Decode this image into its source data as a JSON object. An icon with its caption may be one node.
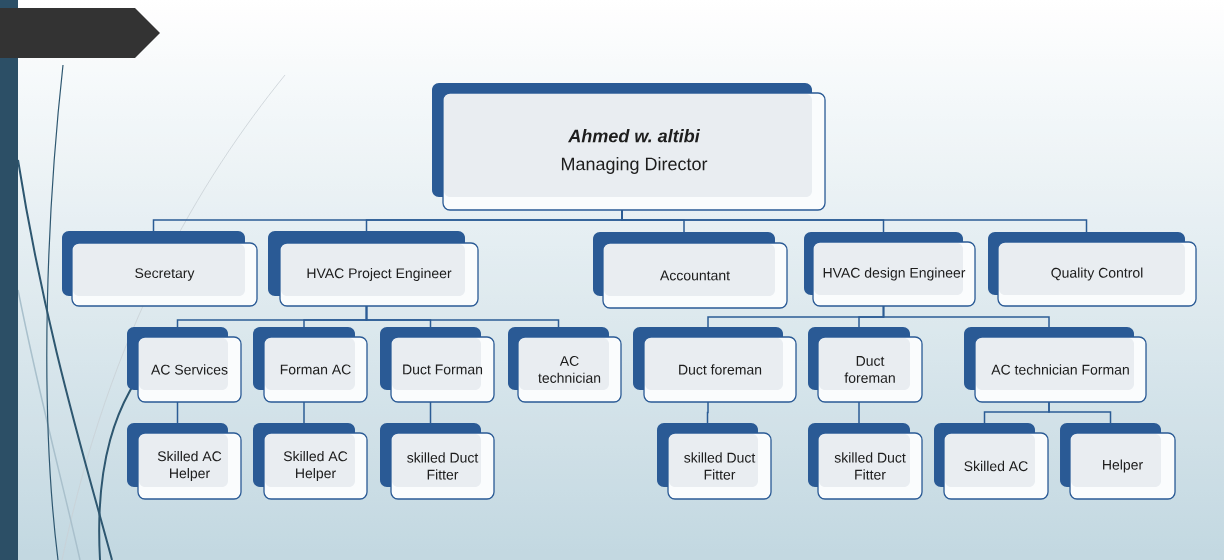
{
  "diagram": {
    "nodes": [
      {
        "text": [
          "Ahmed w. altibi",
          "Managing Director"
        ]
      },
      {
        "text": [
          "Secretary"
        ]
      },
      {
        "text": [
          "HVAC Project Engineer"
        ]
      },
      {
        "text": [
          "Accountant"
        ]
      },
      {
        "text": [
          "HVAC design Engineer"
        ]
      },
      {
        "text": [
          "Quality Control"
        ]
      },
      {
        "text": [
          "AC Services"
        ]
      },
      {
        "text": [
          "Forman AC"
        ]
      },
      {
        "text": [
          "Duct Forman"
        ]
      },
      {
        "text": [
          "AC technician"
        ]
      },
      {
        "text": [
          "Duct foreman"
        ]
      },
      {
        "text": [
          "Duct foreman"
        ]
      },
      {
        "text": [
          "AC technician Forman"
        ]
      },
      {
        "text": [
          "Skilled AC Helper"
        ]
      },
      {
        "text": [
          "Skilled AC Helper"
        ]
      },
      {
        "text": [
          "skilled Duct Fitter"
        ]
      },
      {
        "text": [
          "skilled Duct Fitter"
        ]
      },
      {
        "text": [
          "skilled Duct Fitter"
        ]
      },
      {
        "text": [
          "Skilled AC"
        ]
      },
      {
        "text": [
          "Helper"
        ]
      }
    ],
    "edges": [
      {
        "from": 0,
        "to": 1,
        "arrow": "none"
      },
      {
        "from": 0,
        "to": 2,
        "arrow": "none"
      },
      {
        "from": 0,
        "to": 3,
        "arrow": "none"
      },
      {
        "from": 0,
        "to": 4,
        "arrow": "none"
      },
      {
        "from": 0,
        "to": 5,
        "arrow": "none"
      },
      {
        "from": 2,
        "to": 6,
        "arrow": "none"
      },
      {
        "from": 2,
        "to": 7,
        "arrow": "none"
      },
      {
        "from": 2,
        "to": 8,
        "arrow": "none"
      },
      {
        "from": 2,
        "to": 9,
        "arrow": "none"
      },
      {
        "from": 4,
        "to": 10,
        "arrow": "none"
      },
      {
        "from": 4,
        "to": 11,
        "arrow": "none"
      },
      {
        "from": 4,
        "to": 12,
        "arrow": "none"
      },
      {
        "from": 6,
        "to": 13,
        "arrow": "none"
      },
      {
        "from": 7,
        "to": 14,
        "arrow": "none"
      },
      {
        "from": 8,
        "to": 15,
        "arrow": "none"
      },
      {
        "from": 10,
        "to": 16,
        "arrow": "none"
      },
      {
        "from": 11,
        "to": 17,
        "arrow": "none"
      },
      {
        "from": 12,
        "to": 18,
        "arrow": "none"
      },
      {
        "from": 12,
        "to": 19,
        "arrow": "none"
      }
    ]
  }
}
